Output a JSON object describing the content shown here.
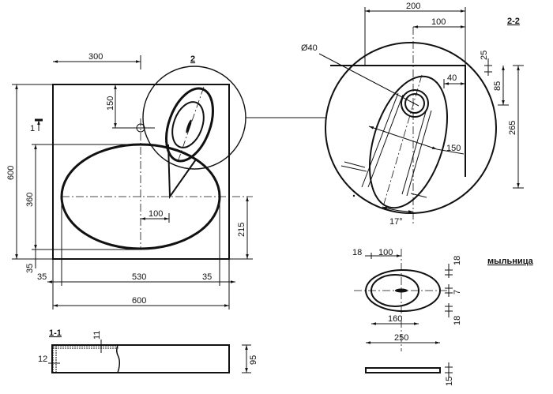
{
  "plan": {
    "section_marker": "1",
    "detail_marker": "2",
    "dims": {
      "faucet_x": "300",
      "faucet_y": "150",
      "height": "600",
      "basin_height": "360",
      "basin_center_offset": "100",
      "basin_center_bottom": "215",
      "bottom_gap": "35",
      "left_gap": "35",
      "basin_width": "530",
      "right_gap": "35",
      "width": "600"
    }
  },
  "detail": {
    "title": "2-2",
    "dims": {
      "d200": "200",
      "d100": "100",
      "hole_diameter": "Ø40",
      "d40": "40",
      "d150": "150",
      "d25": "25",
      "d85": "85",
      "d265": "265",
      "angle": "17°"
    }
  },
  "soap_dish": {
    "title": "мыльница",
    "dims": {
      "d18_left": "18",
      "d100": "100",
      "d18_top": "18",
      "d7": "7",
      "d18_bottom": "18",
      "d160": "160",
      "d250": "250",
      "d15": "15"
    }
  },
  "section": {
    "title": "1-1",
    "dims": {
      "d11": "11",
      "d12": "12",
      "d95": "95"
    }
  }
}
